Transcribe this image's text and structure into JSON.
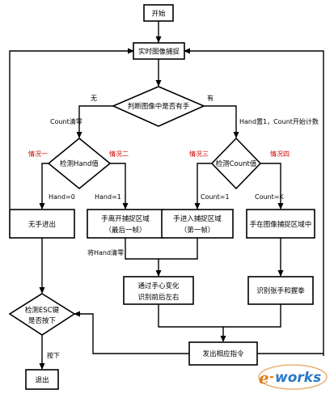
{
  "nodes": {
    "start": "开始",
    "capture": "实时图像捕捉",
    "decision_hand": "判断图像中是否有手",
    "check_hand": "检测Hand值",
    "check_count": "检测Count值",
    "no_hand_enter": "无手进出",
    "hand_leave_line1": "手离开捕捉区域",
    "hand_leave_line2": "（最后一帧）",
    "hand_enter_line1": "手进入捕捉区域",
    "hand_enter_line2": "（第一帧）",
    "hand_in_area": "手在图像捕捉区域中",
    "palm_line1": "通过手心变化",
    "palm_line2": "识别前后左右",
    "fist": "识别张手和握拳",
    "esc_line1": "检测ESC键",
    "esc_line2": "是否按下",
    "send_cmd": "发出相应指令",
    "exit": "退出"
  },
  "labels": {
    "no": "无",
    "yes": "有",
    "count_reset": "Count清零",
    "hand_set": "Hand置1，Count开始计数",
    "case1": "情况一",
    "case2": "情况二",
    "case3": "情况三",
    "case4": "情况四",
    "hand0": "Hand=0",
    "hand1": "Hand=1",
    "count1": "Count=1",
    "countk": "Count=K",
    "hand_clear": "将Hand清零",
    "pressed": "按下"
  },
  "watermark": {
    "e": "e",
    "dash": "-",
    "works": "works"
  },
  "colors": {
    "case_label": "#d40000",
    "watermark_orange": "#e07b1a",
    "watermark_blue": "#2a78c8"
  }
}
